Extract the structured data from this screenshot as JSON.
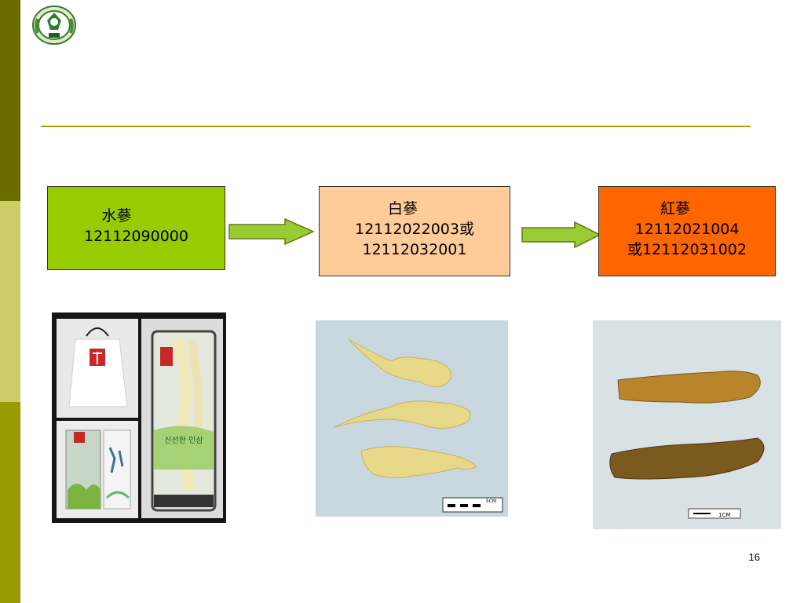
{
  "slide": {
    "boxes": {
      "water": {
        "line1": "水蔘",
        "line2": "12112090000",
        "color": "#99cc00"
      },
      "white": {
        "line1": "白蔘",
        "line2": "12112022003或",
        "line3": "12112032001",
        "color": "#ffcc99"
      },
      "red": {
        "line1": "紅蔘",
        "line2": "12112021004",
        "line3": "或12112031002",
        "color": "#ff6600"
      }
    },
    "arrow_color": "#99cc33",
    "package_text": "신선한 인삼",
    "white_scale_label": "5CM",
    "red_scale_label": "1CM",
    "page_number": "16"
  },
  "theme": {
    "sidebar_dark": "#6b6b00",
    "sidebar_light": "#cccc66",
    "sidebar_mid": "#999900",
    "rule": "#a3a300"
  }
}
